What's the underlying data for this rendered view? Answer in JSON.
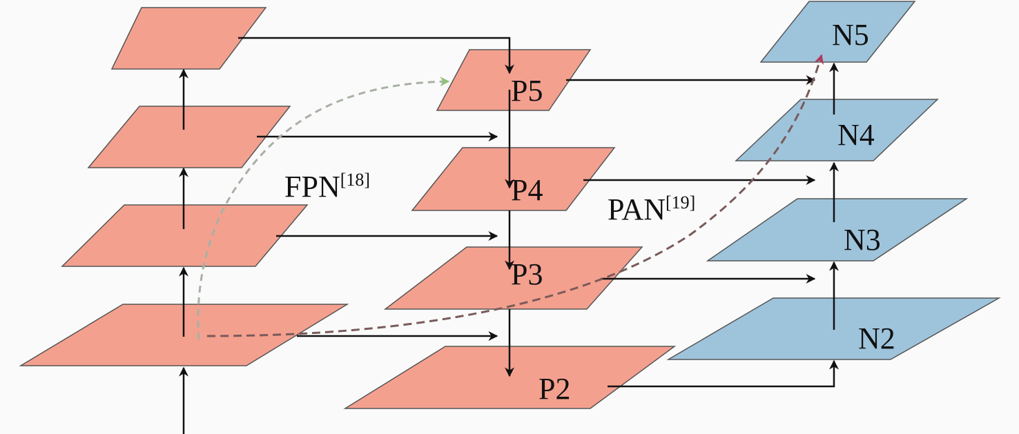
{
  "colors": {
    "backbone": "#f4a08f",
    "pan": "#9ec4dc",
    "fpn_path": "#9aa89a",
    "pan_path": "#8a4a4a"
  },
  "labels": {
    "fpn": "FPN",
    "fpn_ref": "[18]",
    "pan": "PAN",
    "pan_ref": "[19]",
    "p5": "P5",
    "p4": "P4",
    "p3": "P3",
    "p2": "P2",
    "n5": "N5",
    "n4": "N4",
    "n3": "N3",
    "n2": "N2"
  }
}
